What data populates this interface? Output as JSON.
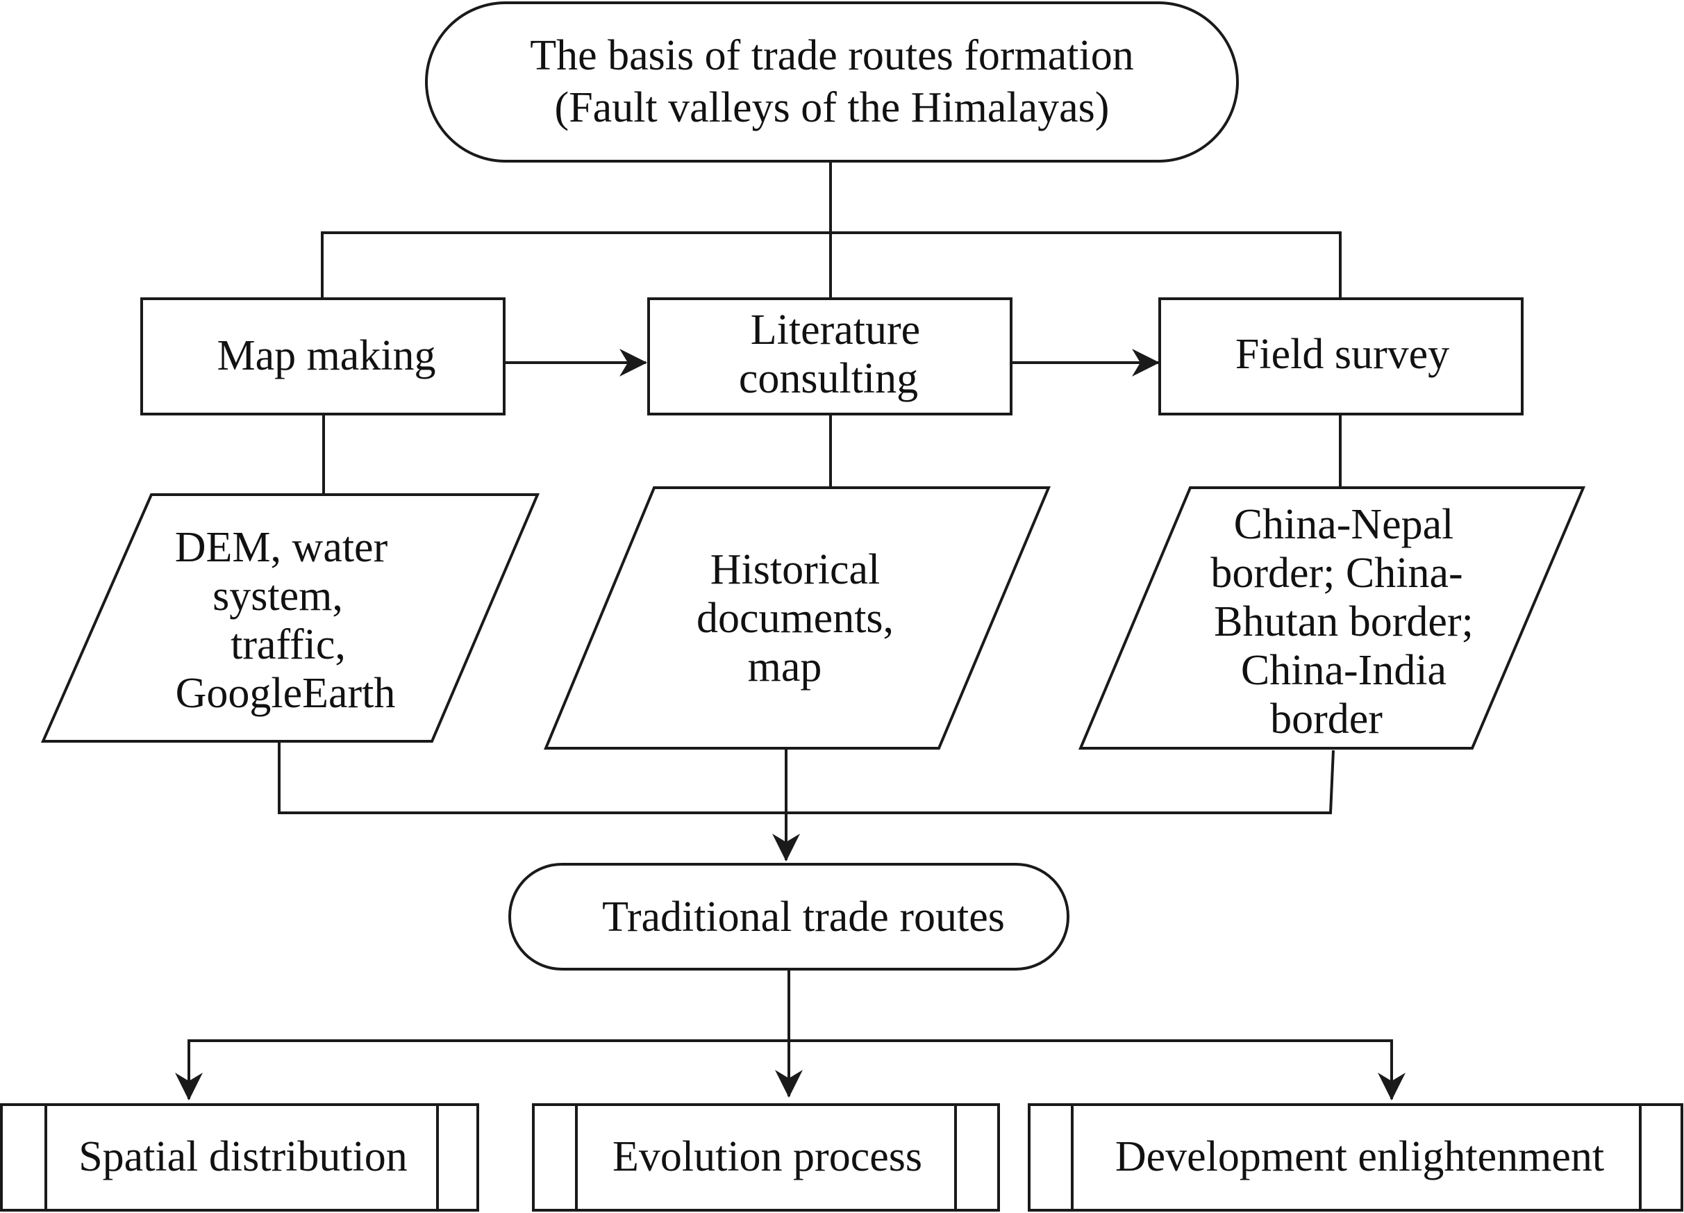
{
  "nodes": {
    "top": {
      "line1": "The basis of trade routes formation",
      "line2": "(Fault valleys of the Himalayas)"
    },
    "map_making": {
      "line1": "Map making"
    },
    "literature": {
      "line1": "Literature",
      "line2": "consulting"
    },
    "field_survey": {
      "line1": "Field survey"
    },
    "data_map": {
      "line1": "DEM, water",
      "line2": "system,",
      "line3": "traffic,",
      "line4": "GoogleEarth"
    },
    "data_lit": {
      "line1": "Historical",
      "line2": "documents,",
      "line3": "map"
    },
    "data_field": {
      "line1": "China-Nepal",
      "line2": "border; China-",
      "line3": "Bhutan border;",
      "line4": "China-India",
      "line5": "border"
    },
    "trade_routes": {
      "line1": "Traditional trade routes"
    },
    "spatial": {
      "line1": "Spatial distribution"
    },
    "evolution": {
      "line1": "Evolution process"
    },
    "development": {
      "line1": "Development enlightenment"
    }
  }
}
